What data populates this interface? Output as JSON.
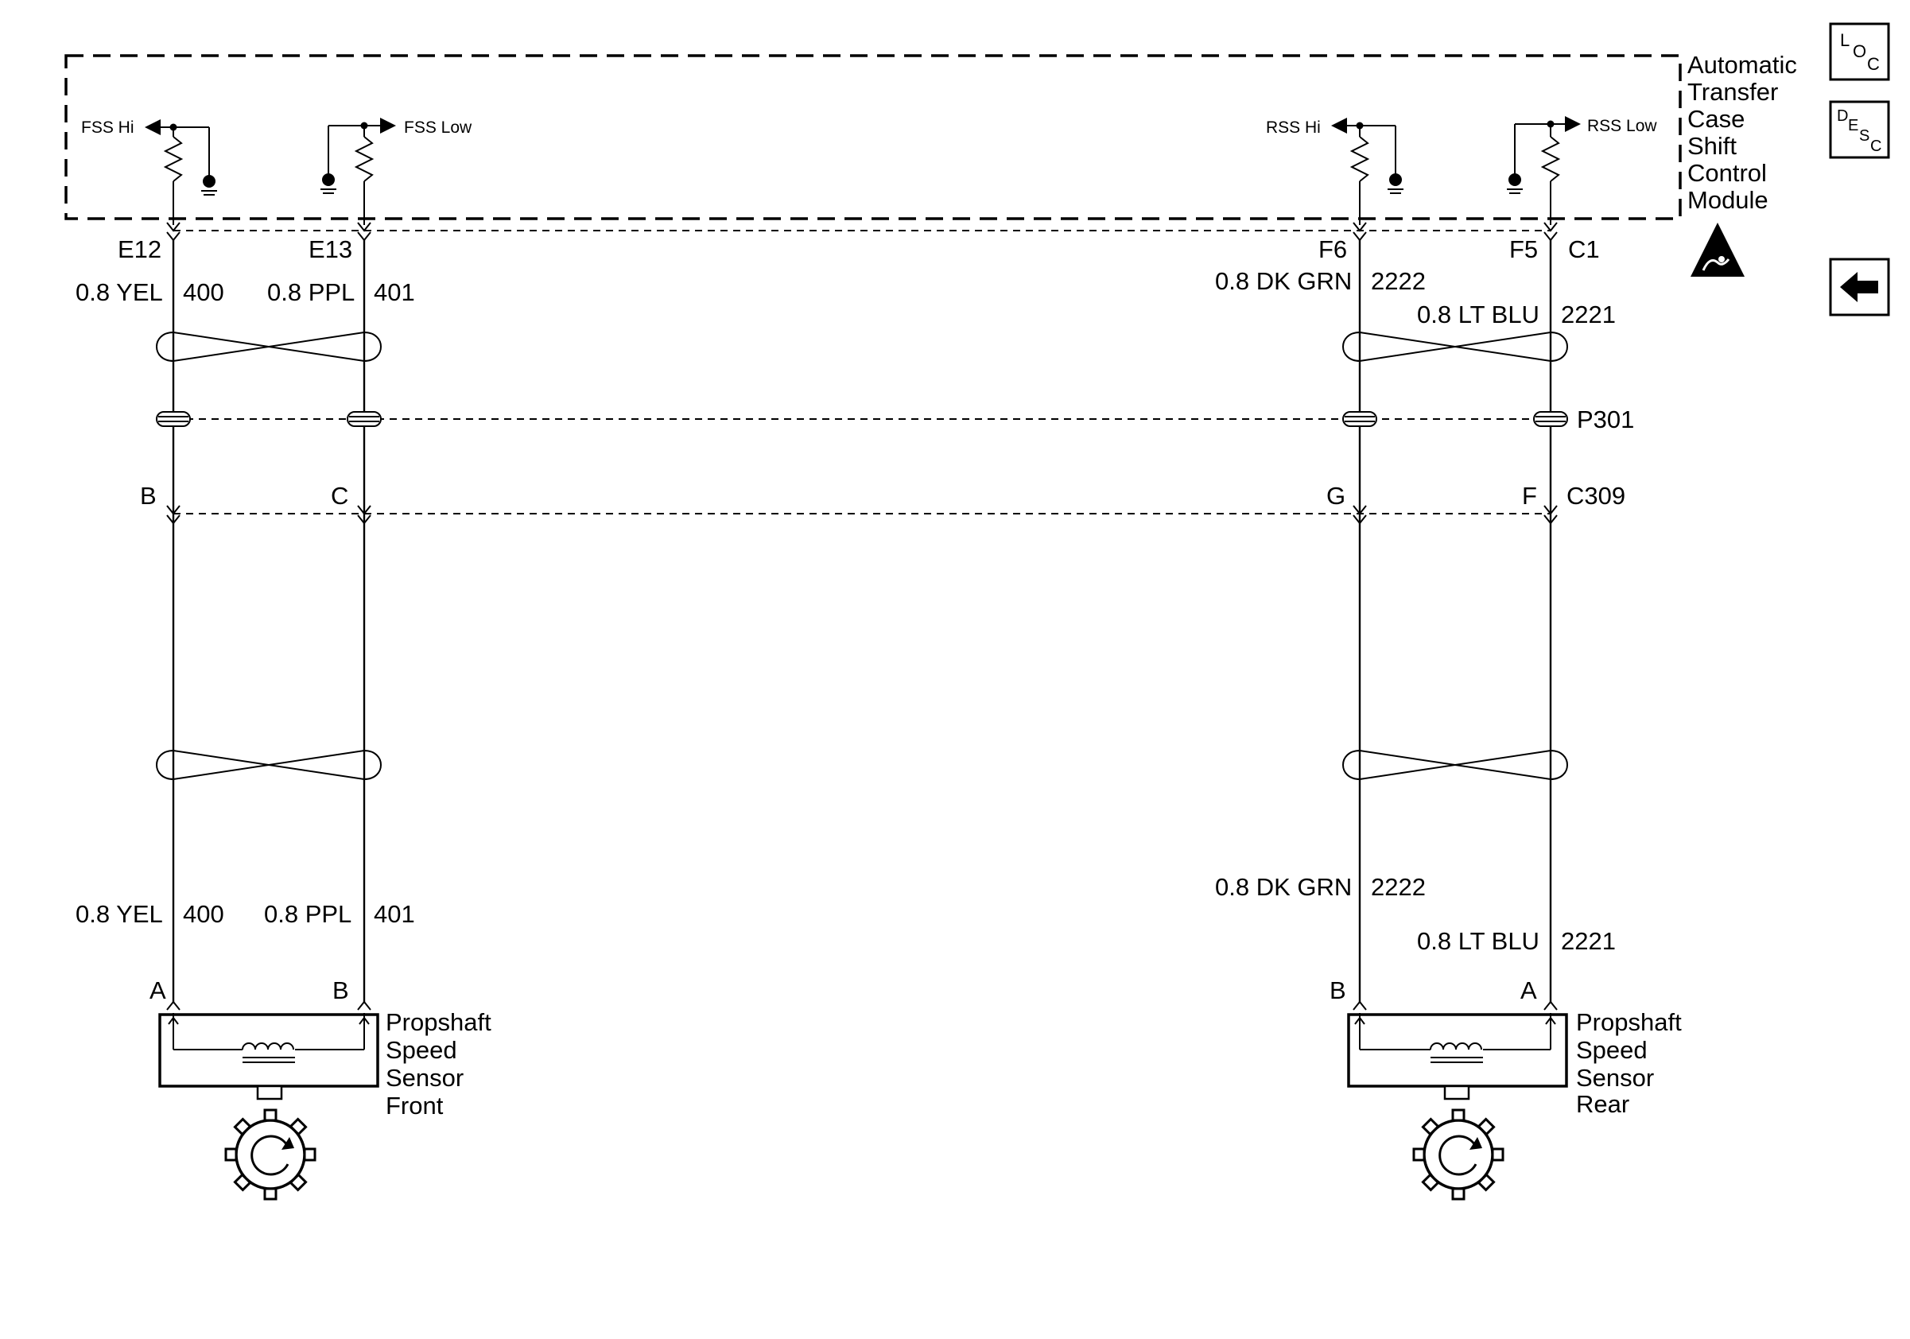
{
  "module": {
    "name_lines": [
      "Automatic",
      "Transfer",
      "Case",
      "Shift",
      "Control",
      "Module"
    ],
    "internal": [
      {
        "label": "FSS Hi"
      },
      {
        "label": "FSS Low"
      },
      {
        "label": "RSS Hi"
      },
      {
        "label": "RSS Low"
      }
    ]
  },
  "connectors": {
    "pins_top": [
      "E12",
      "E13",
      "F6",
      "F5"
    ],
    "module_connector": "C1",
    "splice": "P301",
    "inline_pins": [
      "B",
      "C",
      "G",
      "F"
    ],
    "inline_connector": "C309",
    "front_sensor_pins": [
      "A",
      "B"
    ],
    "rear_sensor_pins": [
      "B",
      "A"
    ]
  },
  "wires": {
    "upper": [
      {
        "color": "0.8 YEL",
        "circuit": "400"
      },
      {
        "color": "0.8 PPL",
        "circuit": "401"
      },
      {
        "color": "0.8 DK GRN",
        "circuit": "2222"
      },
      {
        "color": "0.8 LT BLU",
        "circuit": "2221"
      }
    ],
    "lower": [
      {
        "color": "0.8 YEL",
        "circuit": "400"
      },
      {
        "color": "0.8 PPL",
        "circuit": "401"
      },
      {
        "color": "0.8 DK GRN",
        "circuit": "2222"
      },
      {
        "color": "0.8 LT BLU",
        "circuit": "2221"
      }
    ]
  },
  "sensors": {
    "front": [
      "Propshaft",
      "Speed",
      "Sensor",
      "Front"
    ],
    "rear": [
      "Propshaft",
      "Speed",
      "Sensor",
      "Rear"
    ]
  },
  "nav": {
    "loc": {
      "l": "L",
      "o": "O",
      "c": "C"
    },
    "desc": {
      "d": "D",
      "e": "E",
      "s": "S",
      "c": "C"
    },
    "back_icon": "left-arrow-icon",
    "esd_icon": "esd-warning-icon"
  }
}
